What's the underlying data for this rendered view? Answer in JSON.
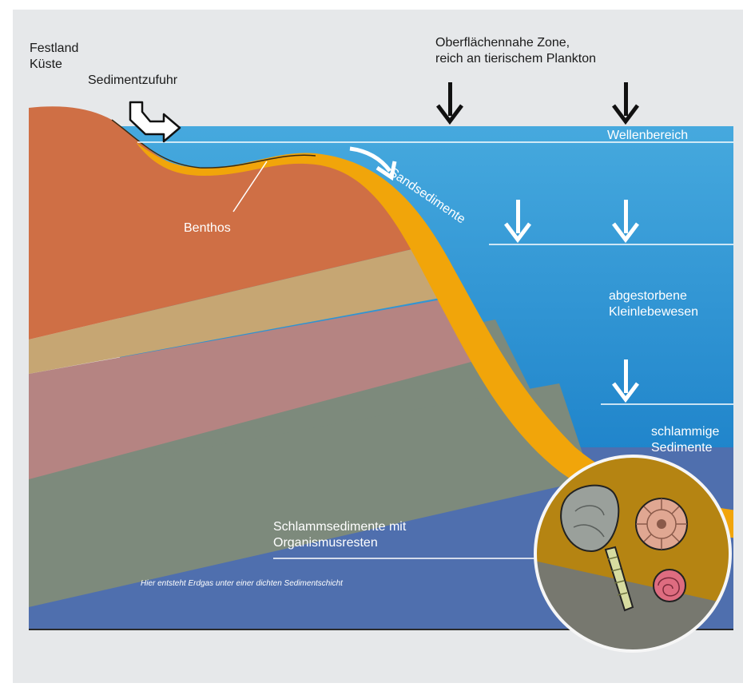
{
  "labels": {
    "festland_line1": "Festland",
    "festland_line2": "Küste",
    "sedimentzufuhr": "Sedimentzufuhr",
    "surface_zone_line1": "Oberflächennahe Zone,",
    "surface_zone_line2": "reich an tierischem Plankton",
    "wellenbereich": "Wellenbereich",
    "sandsedimente": "Sandsedimente",
    "benthos": "Benthos",
    "dead_organisms_line1": "abgestorbene",
    "dead_organisms_line2": "Kleinlebewesen",
    "muddy_line1": "schlammige",
    "muddy_line2": "Sedimente",
    "mud_organisms_line1": "Schlammsedimente mit",
    "mud_organisms_line2": "Organismusresten",
    "gas_note": "Hier entsteht Erdgas unter einer dichten Sedimentschicht"
  },
  "colors": {
    "background": "#e6e8ea",
    "water_top": "#46a9de",
    "water_bottom": "#0a70c0",
    "land": "#cf6f45",
    "tan_band": "#c6a673",
    "pink_band": "#b58482",
    "grey_green_band": "#7d8a7c",
    "deep_blue": "#4f6fae",
    "sand": "#f1a50a",
    "circle_fill": "#b58412"
  },
  "icons": [
    "sediment-input-arrow-icon",
    "arrow-down-icon",
    "curved-arrow-icon",
    "fossil-icon"
  ]
}
